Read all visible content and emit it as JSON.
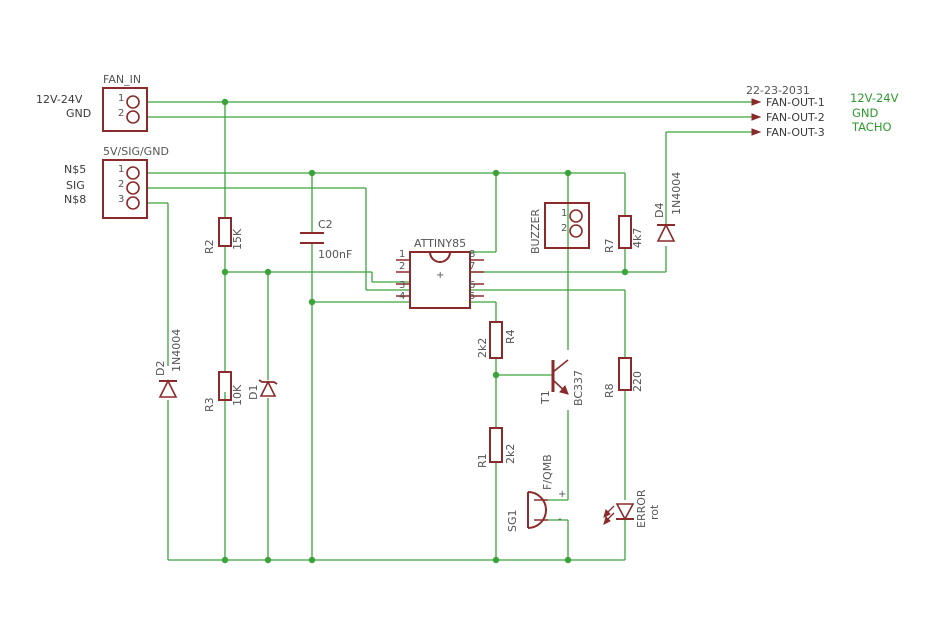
{
  "connectors": {
    "fan_in": {
      "name": "FAN_IN",
      "pins": [
        "1",
        "2"
      ]
    },
    "input": {
      "name": "5V/SIG/GND",
      "pins": [
        "1",
        "2",
        "3"
      ]
    },
    "buzzer": {
      "name": "BUZZER",
      "pins": [
        "1",
        "2"
      ]
    }
  },
  "net_labels": {
    "fan_in_pos": "12V-24V",
    "fan_in_gnd": "GND",
    "n5": "N$5",
    "sig": "SIG",
    "n8": "N$8",
    "out_pos": "12V-24V",
    "out_gnd": "GND",
    "out_tacho": "TACHO"
  },
  "fan_out": {
    "header": "22-23-2031",
    "pins": [
      "FAN-OUT-1",
      "FAN-OUT-2",
      "FAN-OUT-3"
    ]
  },
  "ic": {
    "name": "ATTINY85",
    "pins": [
      "1",
      "2",
      "3",
      "4",
      "5",
      "6",
      "7",
      "8"
    ]
  },
  "components": {
    "R2": {
      "name": "R2",
      "value": "15K"
    },
    "R3": {
      "name": "R3",
      "value": "10K"
    },
    "C2": {
      "name": "C2",
      "value": "100nF"
    },
    "D1": {
      "name": "D1",
      "value": ""
    },
    "D2": {
      "name": "D2",
      "value": "1N4004"
    },
    "D4": {
      "name": "D4",
      "value": "1N4004"
    },
    "R7": {
      "name": "R7",
      "value": "4k7"
    },
    "R4": {
      "name": "R4",
      "value": "2k2"
    },
    "R1": {
      "name": "R1",
      "value": "2k2"
    },
    "R8": {
      "name": "R8",
      "value": "220"
    },
    "T1": {
      "name": "T1",
      "value": "BC337"
    },
    "SG1": {
      "name": "SG1",
      "value": "F/QMB"
    },
    "LED": {
      "name": "ERROR",
      "value": "rot"
    }
  },
  "polarity_marks": {
    "plus": "+",
    "minus": "-"
  }
}
